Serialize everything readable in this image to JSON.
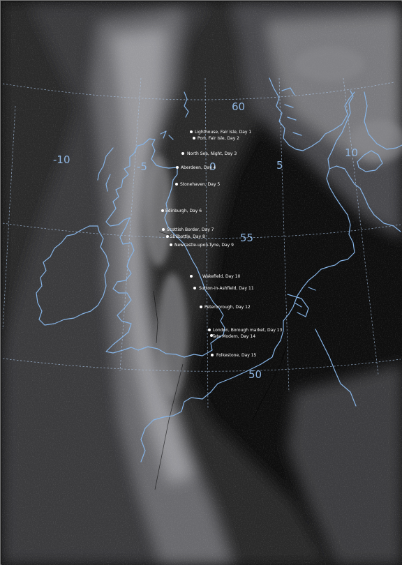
{
  "colors": {
    "background": "#0e0e0e",
    "cloud": "#cfcfd2",
    "coastline": "#86b4e6",
    "graticule": "#a9c4e4",
    "coordinate_label": "#8fb6e2",
    "place_label": "#ffffff"
  },
  "graticule_labels": {
    "lat_60": "60",
    "lat_55": "55",
    "lat_50": "50",
    "lon_minus_10": "-10",
    "lon_minus_5": "-5",
    "lon_0": "0",
    "lon_5": "5",
    "lon_10": "10"
  },
  "places": [
    {
      "label": "Lighthouse, Fair Isle, Day 1"
    },
    {
      "label": "Port, Fair Isle, Day 2"
    },
    {
      "label": "North Sea, Night, Day 3"
    },
    {
      "label": "Aberdeen, Day 4"
    },
    {
      "label": "Stonehaven, Day 5"
    },
    {
      "label": "Edinburgh, Day 6"
    },
    {
      "label": "Scottish Border, Day 7"
    },
    {
      "label": "Shilbottle, Day 8"
    },
    {
      "label": "Newcastle-upon-Tyne, Day 9"
    },
    {
      "label": "Wakefield, Day 10"
    },
    {
      "label": "Sutton-in-Ashfield, Day 11"
    },
    {
      "label": "Peterborough, Day 12"
    },
    {
      "label": "London, Borough market, Day 13"
    },
    {
      "label": "Tate Modern, Day 14"
    },
    {
      "label": "Folkestone, Day 15"
    }
  ]
}
